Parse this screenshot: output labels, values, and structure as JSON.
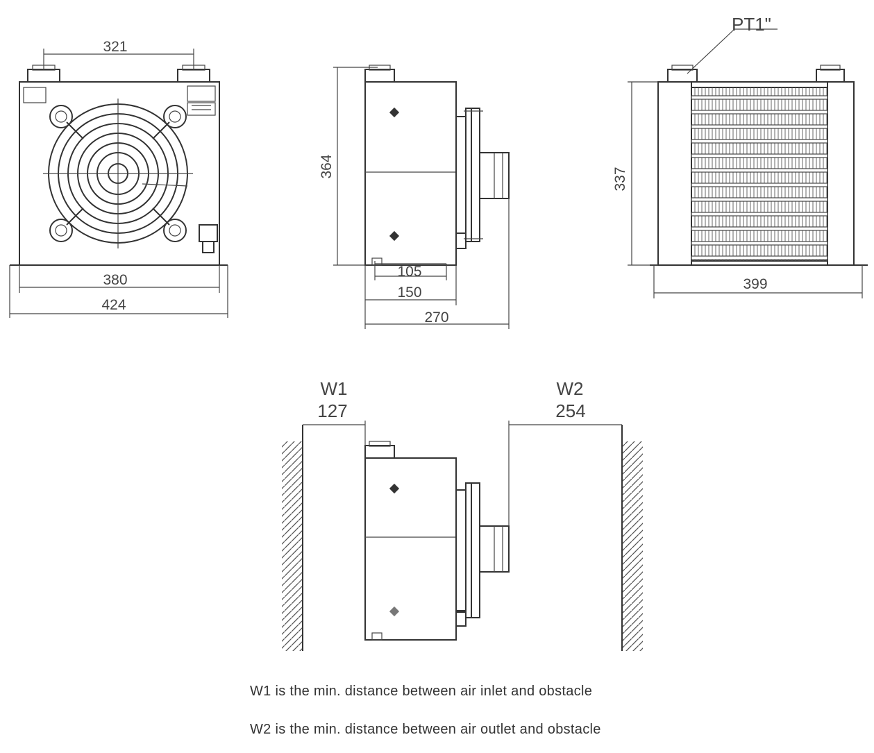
{
  "front_view": {
    "dim_bolt_spacing": "321",
    "dim_body_width": "380",
    "dim_overall_width": "424"
  },
  "side_view": {
    "dim_height": "364",
    "dim_a": "105",
    "dim_b": "150",
    "dim_depth": "270"
  },
  "rear_view": {
    "port_label": "PT1\"",
    "dim_height": "337",
    "dim_width": "399"
  },
  "clearance": {
    "w1_label": "W1",
    "w1_value": "127",
    "w2_label": "W2",
    "w2_value": "254"
  },
  "notes": [
    "W1 is the min. distance between air inlet and obstacle",
    "W2 is the min. distance between air outlet and obstacle"
  ]
}
